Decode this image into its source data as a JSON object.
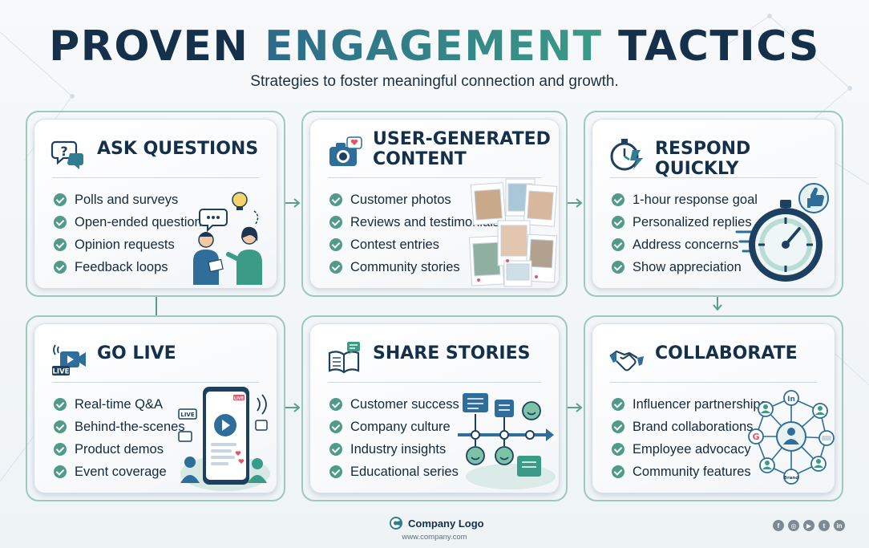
{
  "header": {
    "title_part1": "PROVEN",
    "title_accent": "ENGAGEMENT",
    "title_part2": "TACTICS",
    "subtitle": "Strategies to foster meaningful connection and growth."
  },
  "cards": [
    {
      "title": "ASK QUESTIONS",
      "icon": "question-chat-icon",
      "items": [
        "Polls and surveys",
        "Open-ended questions",
        "Opinion requests",
        "Feedback loops"
      ]
    },
    {
      "title_line1": "USER-GENERATED",
      "title_line2": "CONTENT",
      "icon": "camera-icon",
      "items": [
        "Customer photos",
        "Reviews and testimonials",
        "Contest entries",
        "Community stories"
      ]
    },
    {
      "title": "RESPOND QUICKLY",
      "icon": "stopwatch-icon",
      "items": [
        "1-hour response goal",
        "Personalized replies",
        "Address concerns",
        "Show appreciation"
      ]
    },
    {
      "title": "GO LIVE",
      "icon": "live-video-icon",
      "items": [
        "Real-time Q&A",
        "Behind-the-scenes",
        "Product demos",
        "Event coverage"
      ]
    },
    {
      "title": "SHARE STORIES",
      "icon": "open-book-icon",
      "items": [
        "Customer success",
        "Company culture",
        "Industry insights",
        "Educational series"
      ]
    },
    {
      "title": "COLLABORATE",
      "icon": "handshake-icon",
      "items": [
        "Influencer partnerships",
        "Brand collaborations",
        "Employee advocacy",
        "Community features"
      ]
    }
  ],
  "badges": {
    "live_icon": "LIVE",
    "live_phone": "LIVE",
    "live_side": "LIVE",
    "brand": "Brand"
  },
  "footer": {
    "logo_name": "Company Logo",
    "url": "www.company.com",
    "socials": [
      "facebook-icon",
      "instagram-icon",
      "youtube-icon",
      "twitter-icon",
      "linkedin-icon"
    ]
  },
  "colors": {
    "accent_teal": "#4f9a88",
    "accent_blue": "#2c6a8a",
    "navy": "#14304a"
  }
}
